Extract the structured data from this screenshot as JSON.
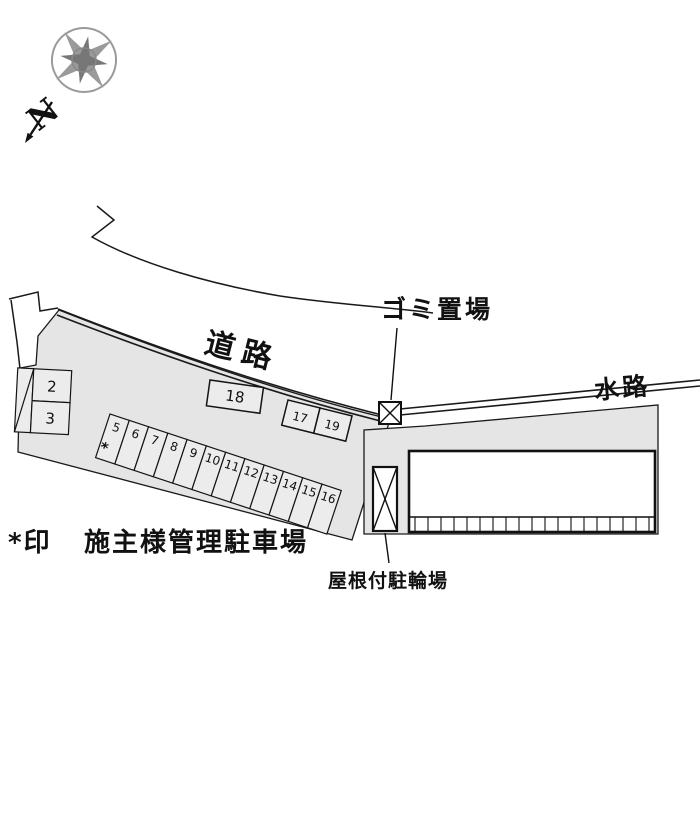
{
  "diagram": {
    "labels": {
      "compass": "N",
      "road": "道路",
      "waterway": "水路",
      "garbage": "ゴミ置場",
      "bike_parking": "屋根付駐輪場",
      "note_mark": "*印",
      "note_text": "施主様管理駐車場",
      "owner_mark": "*"
    },
    "stalls": {
      "left_column": [
        "2",
        "3"
      ],
      "diagonal_row": [
        "5",
        "6",
        "7",
        "8",
        "9",
        "10",
        "11",
        "12",
        "13",
        "14",
        "15",
        "16"
      ],
      "box_18": "18",
      "box_17": "17",
      "box_19": "19"
    },
    "colors": {
      "lot_fill": "#e5e5e5",
      "line": "#1a1a1a",
      "compass_gray": "#9a9a9a"
    }
  }
}
